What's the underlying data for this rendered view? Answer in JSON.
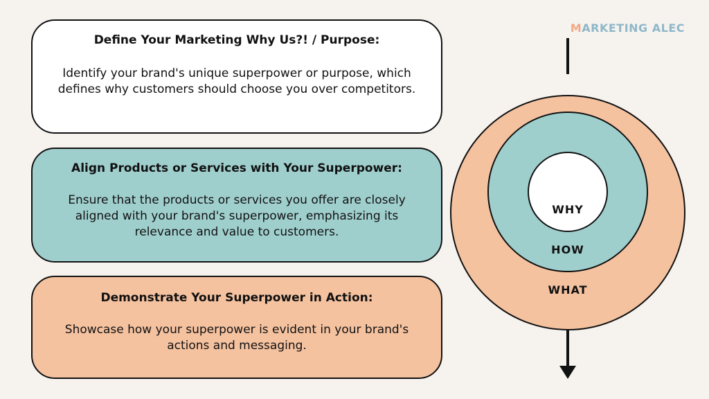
{
  "brand": {
    "logo_text": "MARKETING ALEC"
  },
  "cards": [
    {
      "title": "Define Your Marketing Why Us?! / Purpose:",
      "body": "Identify your brand's unique superpower or purpose, which defines why customers should choose you over competitors.",
      "color": "#ffffff"
    },
    {
      "title": "Align Products or Services with Your Superpower:",
      "body": "Ensure that the products or services you offer are closely aligned with your brand's superpower, emphasizing its relevance and value to customers.",
      "color": "#9fcfcd"
    },
    {
      "title": "Demonstrate Your Superpower in Action:",
      "body": "Showcase how your superpower is evident in your brand's actions and messaging.",
      "color": "#f5c2a0"
    }
  ],
  "circles": {
    "inner_label": "WHY",
    "middle_label": "HOW",
    "outer_label": "WHAT",
    "inner_color": "#ffffff",
    "middle_color": "#9fcfcd",
    "outer_color": "#f5c2a0"
  }
}
